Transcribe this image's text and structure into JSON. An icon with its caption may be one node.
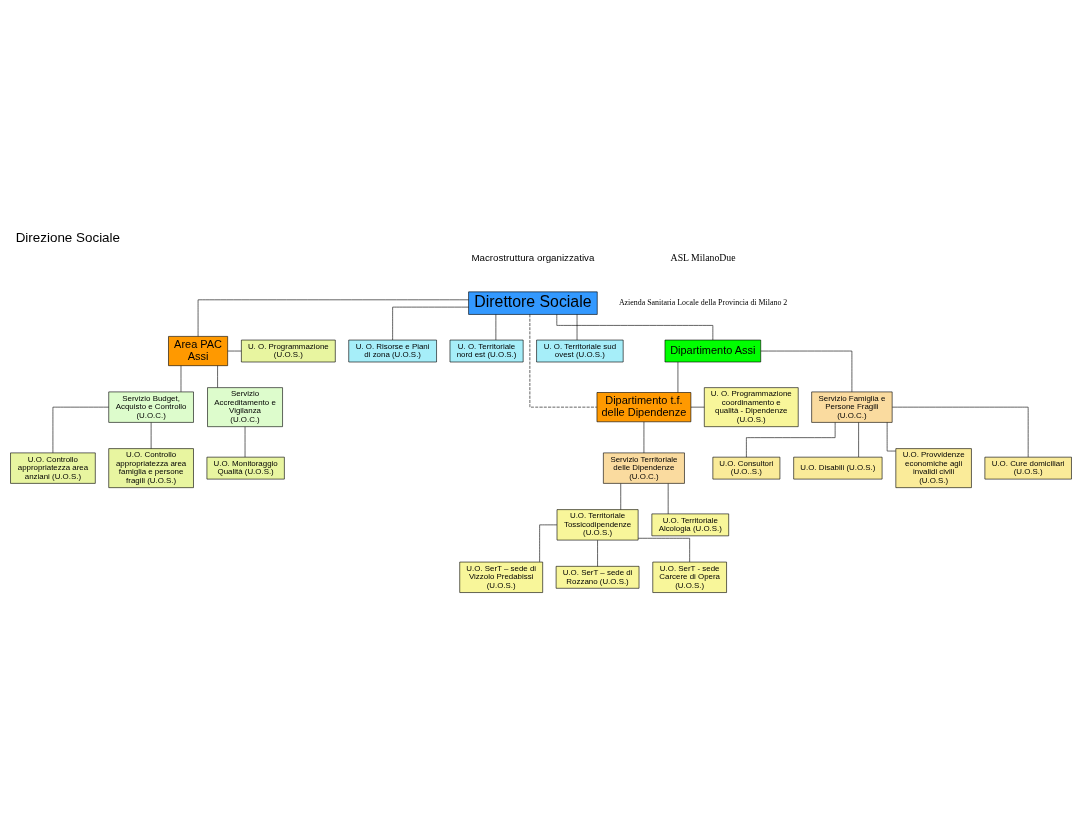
{
  "diagram": {
    "title": "Direzione Sociale",
    "nodes": [
      {
        "text": [
          "Direttore Sociale"
        ]
      },
      {
        "text": [
          "Area PAC",
          "Assi"
        ]
      },
      {
        "text": [
          "U. O. Programmazione (U.O.S.)"
        ]
      },
      {
        "text": [
          "U. O. Risorse e Piani di zona (U.O.S.)"
        ]
      },
      {
        "text": [
          "U. O. Territoriale nord est (U.O.S.)"
        ]
      },
      {
        "text": [
          "U. O. Territoriale sud ovest (U.O.S.)"
        ]
      },
      {
        "text": [
          "Dipartimento Assi"
        ]
      },
      {
        "text": [
          "Servizio Budget, Acquisto e Controllo",
          "(U.O.C.)"
        ]
      },
      {
        "text": [
          "Servizio Accreditamento e Vigilanza",
          "(U.O.C.)"
        ]
      },
      {
        "text": [
          "U.O. Monitoraggio Qualità (U.O.S.)"
        ]
      },
      {
        "text": [
          "Dipartimento t.f.",
          "delle Dipendenze"
        ]
      },
      {
        "text": [
          "U. O. Programmazione coordinamento e qualità - Dipendenze (U.O.S.)"
        ]
      },
      {
        "text": [
          "U.O. Controllo appropriatezza area anziani (U.O.S.)"
        ]
      },
      {
        "text": [
          "U.O. Controllo appropriatezza area famiglia e persone fragili (U.O.S.)"
        ]
      },
      {
        "text": [
          "Servizio Famiglia e Persone Fragili",
          "(U.O.C.)"
        ]
      },
      {
        "text": [
          "Servizio Territoriale delle Dipendenze",
          "(U.O.C.)"
        ]
      },
      {
        "text": [
          "U.O. Territoriale Tossicodipendenze (U.O.S.)"
        ]
      },
      {
        "text": [
          "U.O. Consultori (U.O..S.)"
        ]
      },
      {
        "text": [
          "U.O. Disabili (U.O.S.)"
        ]
      },
      {
        "text": [
          "U.O. Provvidenze economiche agli invalidi civili (U.O.S.)"
        ]
      },
      {
        "text": [
          "U.O. Cure domiciliari (U.O.S.)"
        ]
      },
      {
        "text": [
          "U.O. SerT – sede di Vizzolo Predabissi (U.O.S.)"
        ]
      },
      {
        "text": [
          "U.O. SerT – sede di Rozzano (U.O.S.)"
        ]
      },
      {
        "text": [
          "U.O. SerT - sede Carcere di Opera (U.O.S.)"
        ]
      },
      {
        "text": [
          "U.O. Territoriale Alcologia (U.O.S.)"
        ]
      }
    ],
    "edges": [
      {
        "from": 0,
        "to": 1,
        "arrow": "none"
      },
      {
        "from": 0,
        "to": 3,
        "arrow": "none"
      },
      {
        "from": 0,
        "to": 4,
        "arrow": "none"
      },
      {
        "from": 0,
        "to": 5,
        "arrow": "none"
      },
      {
        "from": 0,
        "to": 6,
        "arrow": "none"
      },
      {
        "from": 0,
        "to": 10,
        "arrow": "none",
        "style": "dashed"
      },
      {
        "from": 1,
        "to": 2,
        "arrow": "none"
      },
      {
        "from": 1,
        "to": 7,
        "arrow": "none"
      },
      {
        "from": 1,
        "to": 8,
        "arrow": "none"
      },
      {
        "from": 8,
        "to": 9,
        "arrow": "none"
      },
      {
        "from": 7,
        "to": 12,
        "arrow": "none"
      },
      {
        "from": 7,
        "to": 13,
        "arrow": "none"
      },
      {
        "from": 6,
        "to": 10,
        "arrow": "none"
      },
      {
        "from": 10,
        "to": 11,
        "arrow": "none"
      },
      {
        "from": 6,
        "to": 14,
        "arrow": "none"
      },
      {
        "from": 10,
        "to": 15,
        "arrow": "none"
      },
      {
        "from": 14,
        "to": 17,
        "arrow": "none"
      },
      {
        "from": 14,
        "to": 18,
        "arrow": "none"
      },
      {
        "from": 14,
        "to": 19,
        "arrow": "none"
      },
      {
        "from": 14,
        "to": 20,
        "arrow": "none"
      },
      {
        "from": 15,
        "to": 16,
        "arrow": "none"
      },
      {
        "from": 15,
        "to": 24,
        "arrow": "none"
      },
      {
        "from": 16,
        "to": 21,
        "arrow": "none"
      },
      {
        "from": 16,
        "to": 22,
        "arrow": "none"
      },
      {
        "from": 16,
        "to": 23,
        "arrow": "none"
      }
    ],
    "labels": [
      "Macrostruttura organizzativa",
      "ASL MilanoDue",
      "Azienda Sanitaria Locale della Provincia di Milano 2"
    ]
  }
}
